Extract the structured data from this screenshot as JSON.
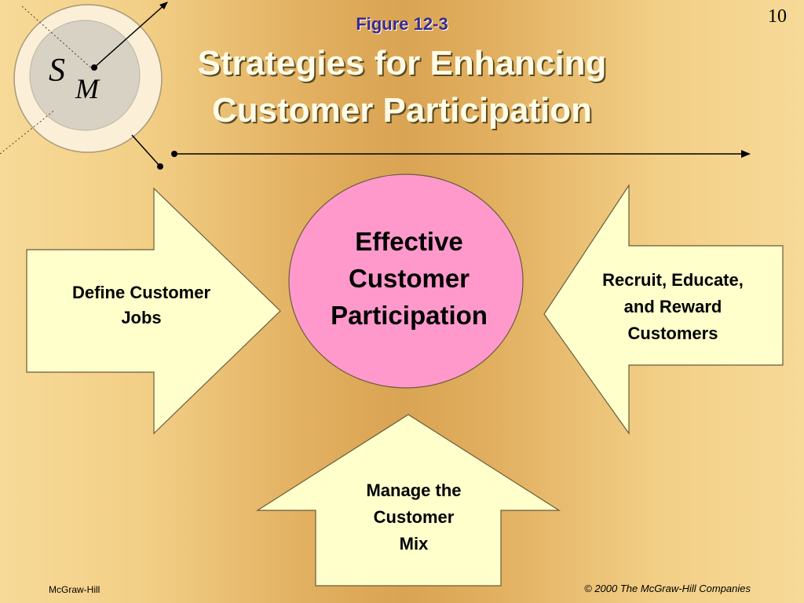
{
  "slide": {
    "number": "10",
    "figure_label": "Figure 12-3",
    "title_line1": "Strategies for Enhancing",
    "title_line2": "Customer Participation"
  },
  "logo": {
    "letter_s": "S",
    "letter_m": "M"
  },
  "diagram": {
    "center": [
      "Effective",
      "Customer",
      "Participation"
    ],
    "left_arrow": [
      "Define Customer",
      "Jobs"
    ],
    "right_arrow": [
      "Recruit, Educate,",
      "and Reward",
      "Customers"
    ],
    "bottom_arrow": [
      "Manage the",
      "Customer",
      "Mix"
    ]
  },
  "footer": {
    "publisher": "McGraw-Hill",
    "copyright": "© 2000 The McGraw-Hill Companies"
  },
  "colors": {
    "arrow_fill": "#ffffcc",
    "center_fill": "#ff99cc",
    "title_text": "#fffbe6",
    "figure_label_text": "#3a2a8a"
  }
}
